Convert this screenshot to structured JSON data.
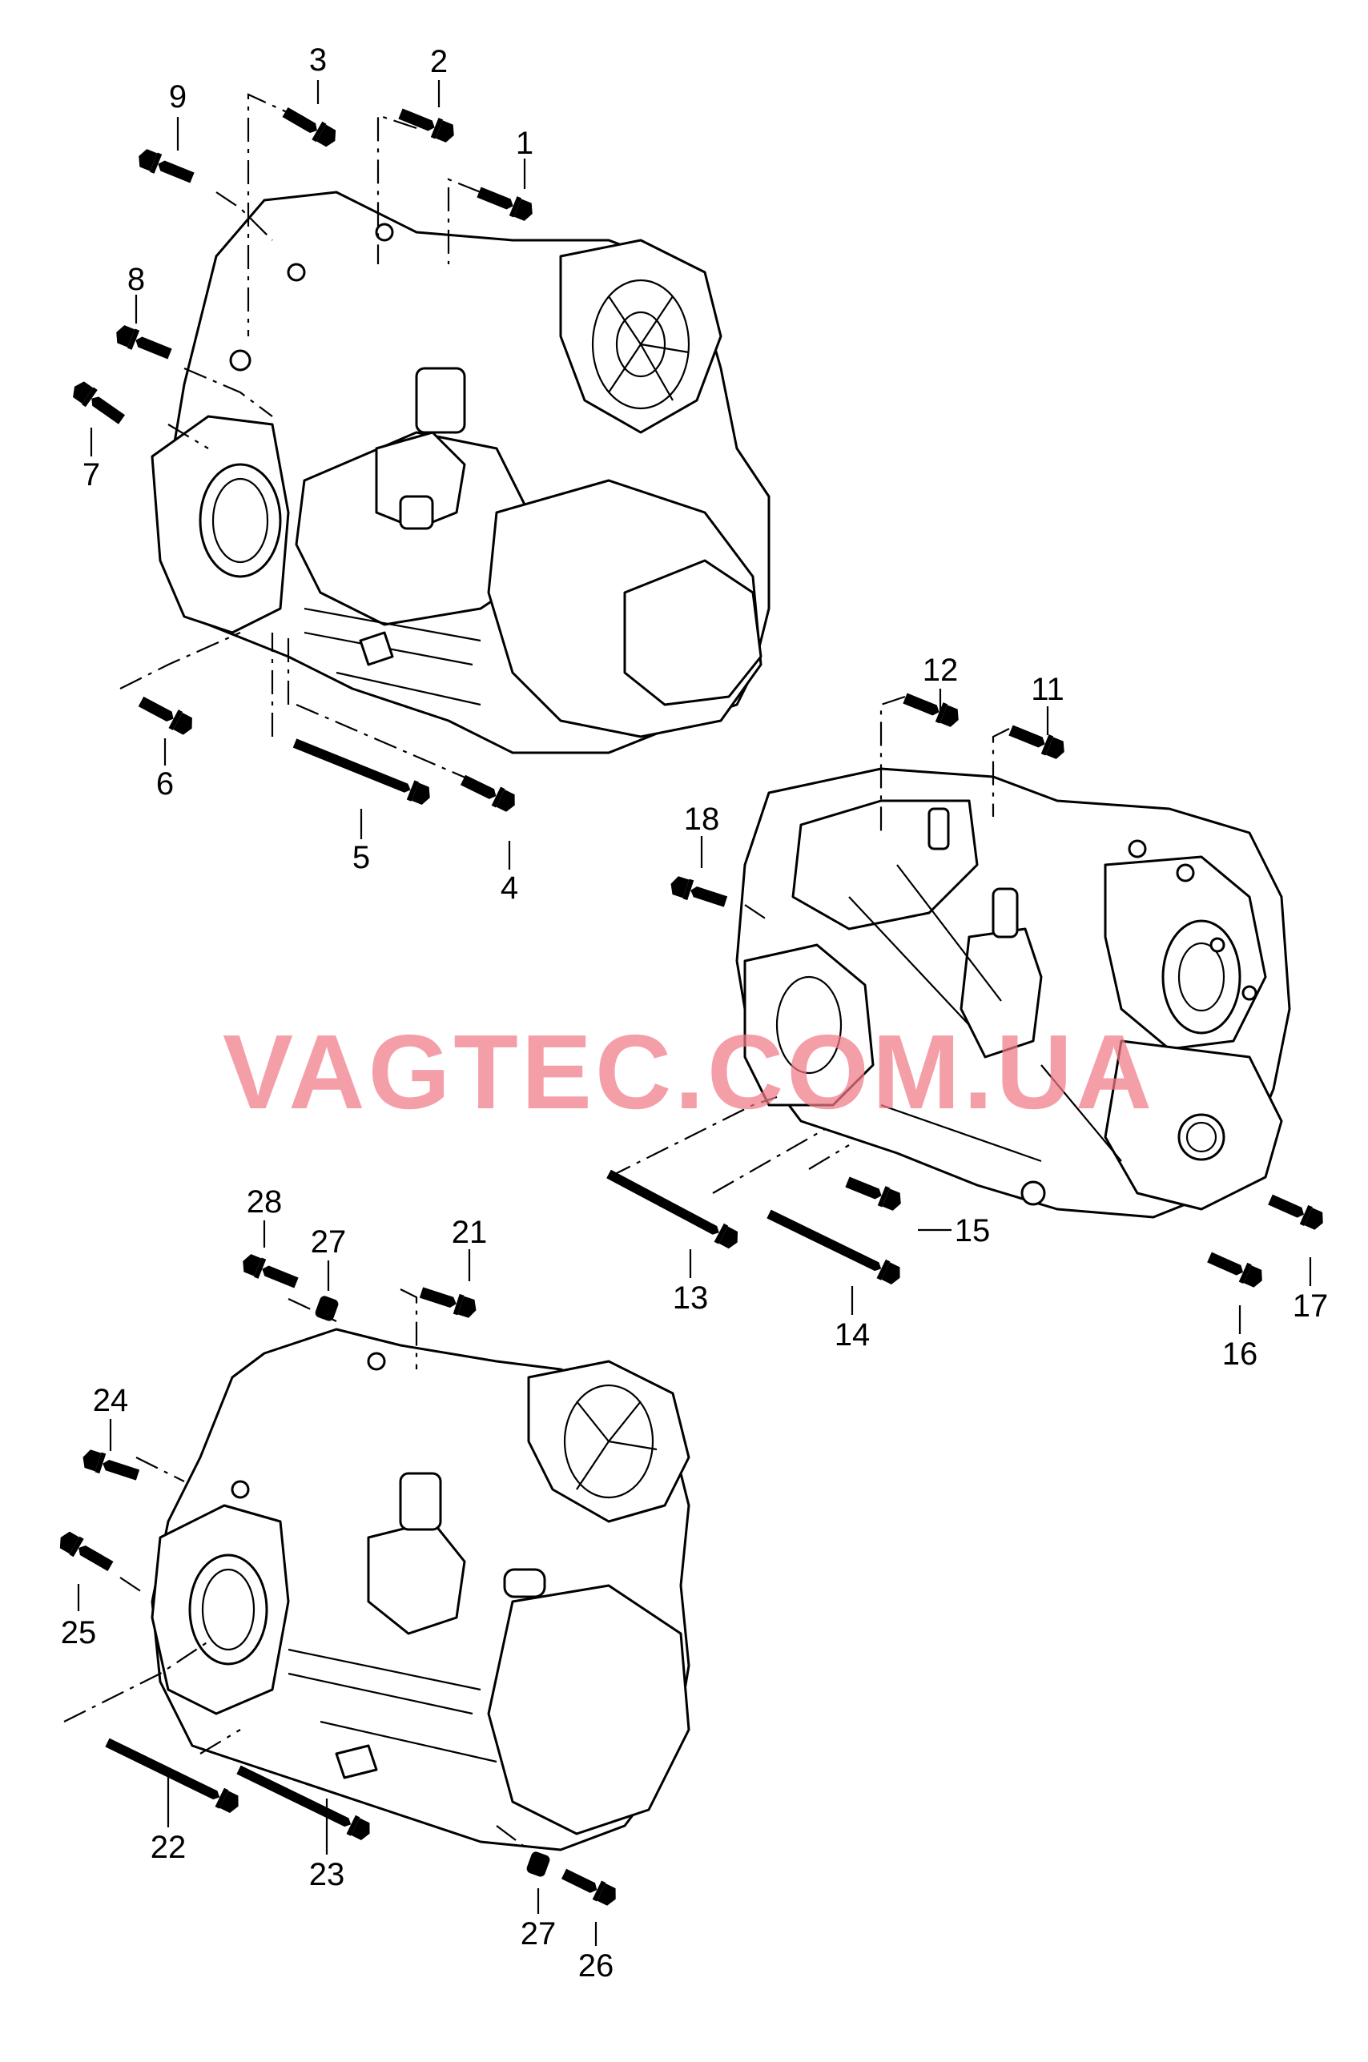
{
  "watermark": "VAGTEC.COM.UA",
  "callouts": [
    "1",
    "2",
    "3",
    "4",
    "5",
    "6",
    "7",
    "8",
    "9",
    "11",
    "12",
    "13",
    "14",
    "15",
    "16",
    "17",
    "18",
    "21",
    "22",
    "23",
    "24",
    "25",
    "26",
    "27",
    "28"
  ]
}
